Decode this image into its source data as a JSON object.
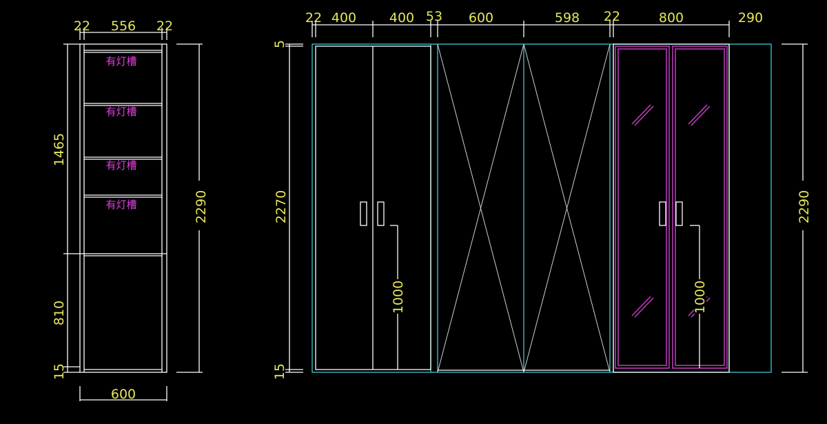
{
  "side_view": {
    "top_dims": [
      "22",
      "556",
      "22"
    ],
    "bottom_dim": "600",
    "left_dims": [
      "1465",
      "810",
      "15"
    ],
    "right_dim": "2290",
    "shelf_labels": [
      "有灯槽",
      "有灯槽",
      "有灯槽",
      "有灯槽"
    ]
  },
  "front_view": {
    "top_dims": [
      "22",
      "400",
      "400",
      "53",
      "600",
      "598",
      "22",
      "800",
      "290"
    ],
    "left_dims": [
      "5",
      "2270",
      "15"
    ],
    "right_dim": "2290",
    "handle_height_dims": [
      "1000",
      "1000"
    ]
  },
  "colors": {
    "background": "#000000",
    "dimension_text": "#e6e65a",
    "label_text": "#e040e0",
    "outline": "#ffffff",
    "frame": "#3fc9d2",
    "glass_frame": "#c63cc6"
  }
}
